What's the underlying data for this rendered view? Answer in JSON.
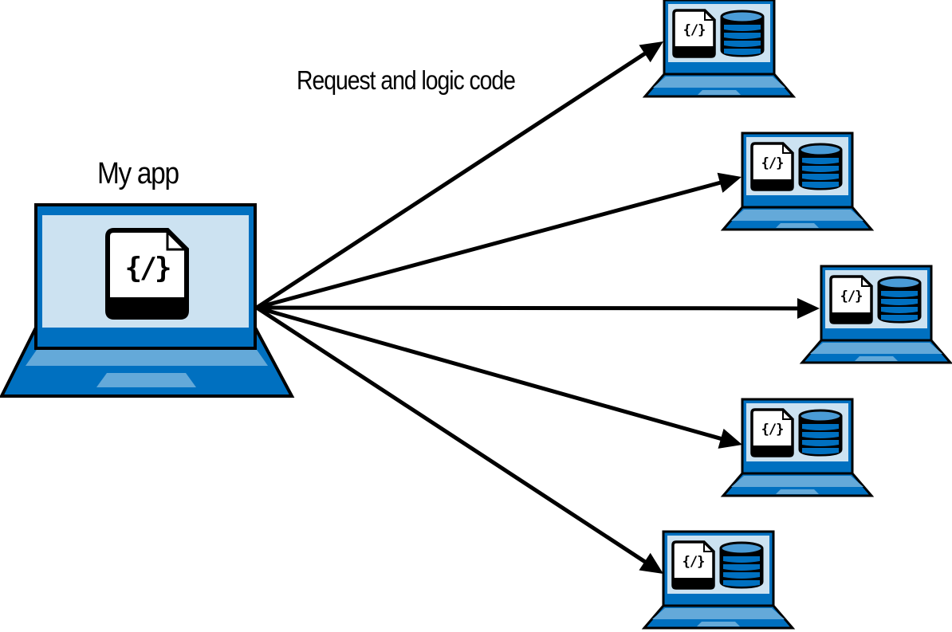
{
  "diagram": {
    "source": {
      "label": "My app",
      "icon": "code-file-icon",
      "icon_glyph": "{/}"
    },
    "edge_label": "Request and logic code",
    "targets": [
      {
        "id": "remote-1",
        "icons": [
          "code-file-icon",
          "database-icon"
        ],
        "icon_glyph": "{/}"
      },
      {
        "id": "remote-2",
        "icons": [
          "code-file-icon",
          "database-icon"
        ],
        "icon_glyph": "{/}"
      },
      {
        "id": "remote-3",
        "icons": [
          "code-file-icon",
          "database-icon"
        ],
        "icon_glyph": "{/}"
      },
      {
        "id": "remote-4",
        "icons": [
          "code-file-icon",
          "database-icon"
        ],
        "icon_glyph": "{/}"
      },
      {
        "id": "remote-5",
        "icons": [
          "code-file-icon",
          "database-icon"
        ],
        "icon_glyph": "{/}"
      }
    ],
    "edges": [
      {
        "from": "source",
        "to": "remote-1"
      },
      {
        "from": "source",
        "to": "remote-2"
      },
      {
        "from": "source",
        "to": "remote-3"
      },
      {
        "from": "source",
        "to": "remote-4"
      },
      {
        "from": "source",
        "to": "remote-5"
      }
    ],
    "colors": {
      "laptop_blue": "#0070C0",
      "screen_light": "#CCE2F1",
      "keyboard_light": "#64A9D9",
      "db_light": "#4A9BD6",
      "outline": "#000000"
    }
  }
}
